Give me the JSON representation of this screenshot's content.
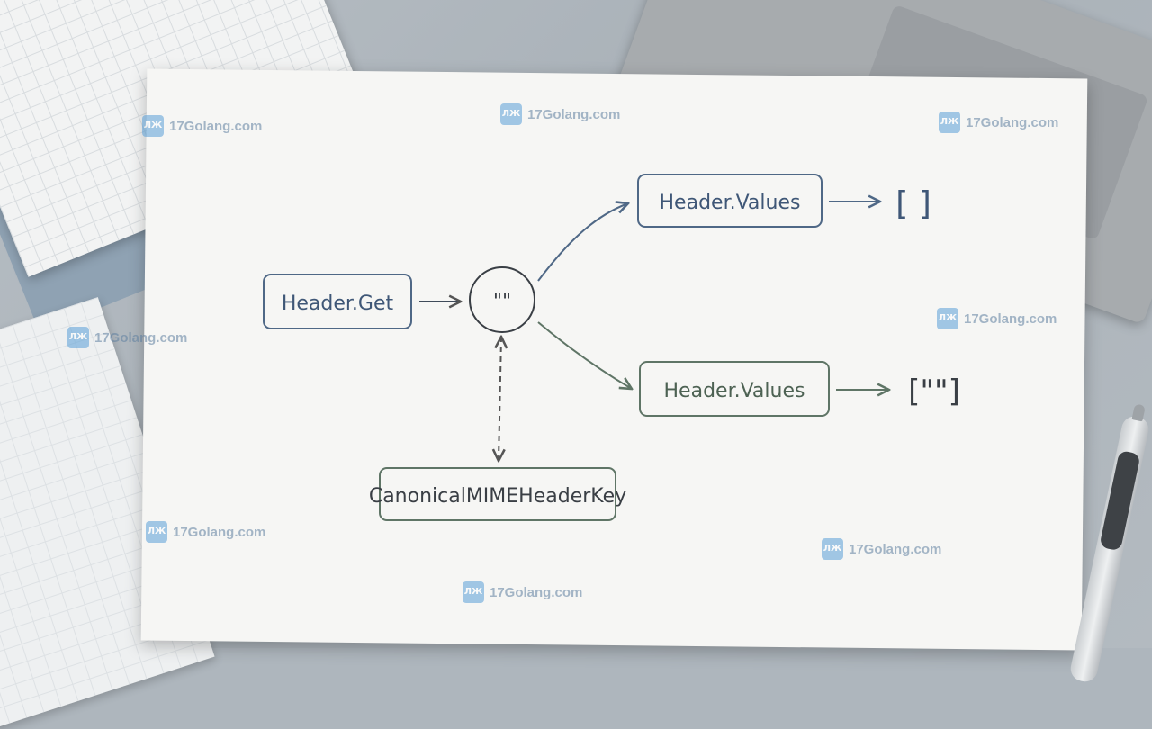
{
  "nodes": {
    "header_get": "Header.Get",
    "empty_string": "\"\"",
    "header_values_top": "Header.Values",
    "result_top": "[ ]",
    "header_values_bottom": "Header.Values",
    "result_bottom": "[\"\"]",
    "canonical": "CanonicalMIMEHeaderKey"
  },
  "watermark": {
    "text": "17Golang.com",
    "logo": "ЛЖ"
  },
  "colors": {
    "blue_ink": "#4f6886",
    "green_ink": "#5f7566",
    "dark_ink": "#3a3f45"
  }
}
